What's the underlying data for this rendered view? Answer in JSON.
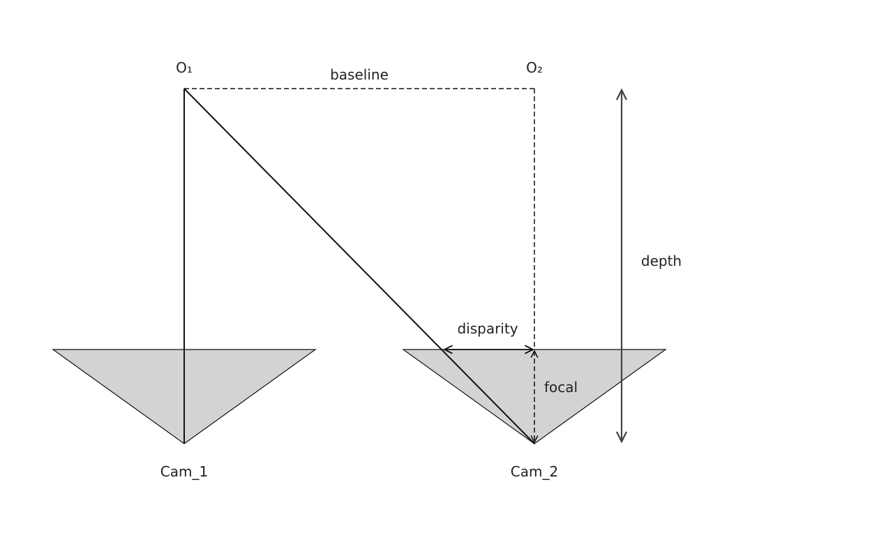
{
  "labels": {
    "o1": "O₁",
    "o2": "O₂",
    "baseline": "baseline",
    "depth": "depth",
    "disparity": "disparity",
    "focal": "focal",
    "cam1": "Cam_1",
    "cam2": "Cam_2"
  },
  "colors": {
    "camera_fill": "#d3d3d3",
    "line": "#111111",
    "depth_arrow": "#444444"
  }
}
